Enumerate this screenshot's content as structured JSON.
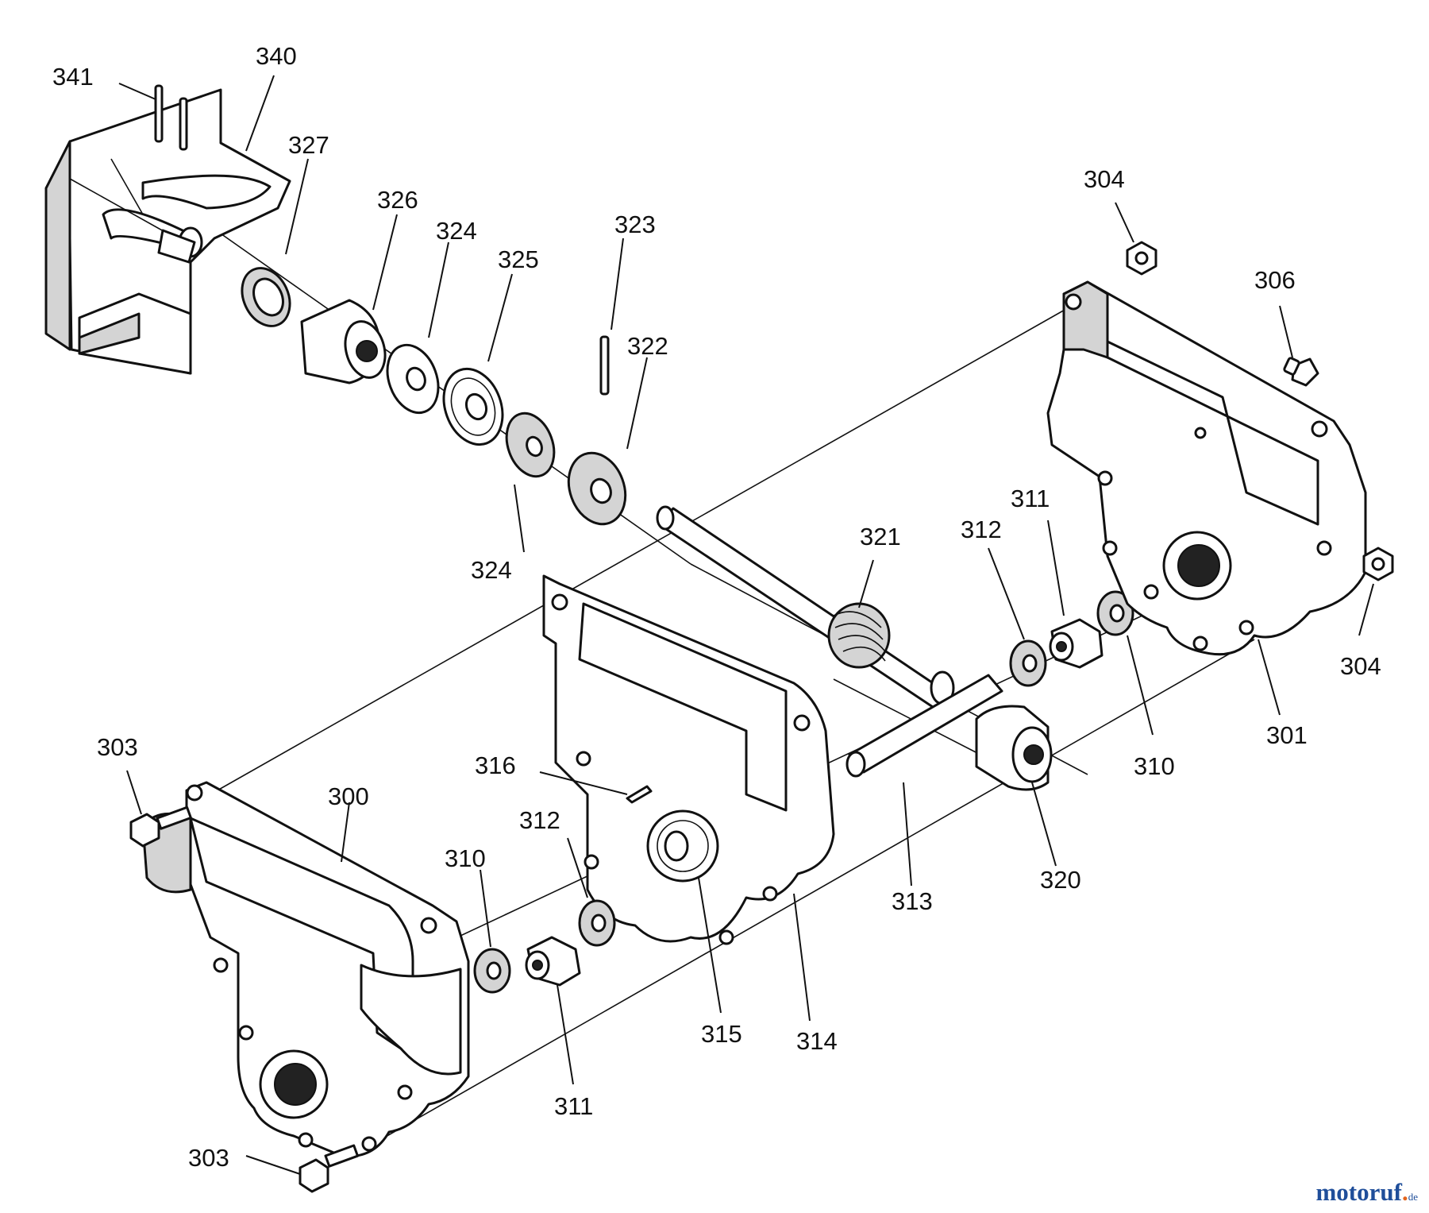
{
  "callouts": {
    "c341": "341",
    "c340": "340",
    "c327": "327",
    "c326": "326",
    "c324a": "324",
    "c325": "325",
    "c323": "323",
    "c322": "322",
    "c324b": "324",
    "c304a": "304",
    "c306": "306",
    "c321": "321",
    "c312a": "312",
    "c311a": "311",
    "c304b": "304",
    "c301": "301",
    "c310a": "310",
    "c303a": "303",
    "c300": "300",
    "c316": "316",
    "c312b": "312",
    "c310b": "310",
    "c313": "313",
    "c320": "320",
    "c315": "315",
    "c314": "314",
    "c311b": "311",
    "c303b": "303"
  },
  "watermark": {
    "brand_main": "motoruf",
    "brand_dot": ".",
    "brand_tld": "de"
  }
}
